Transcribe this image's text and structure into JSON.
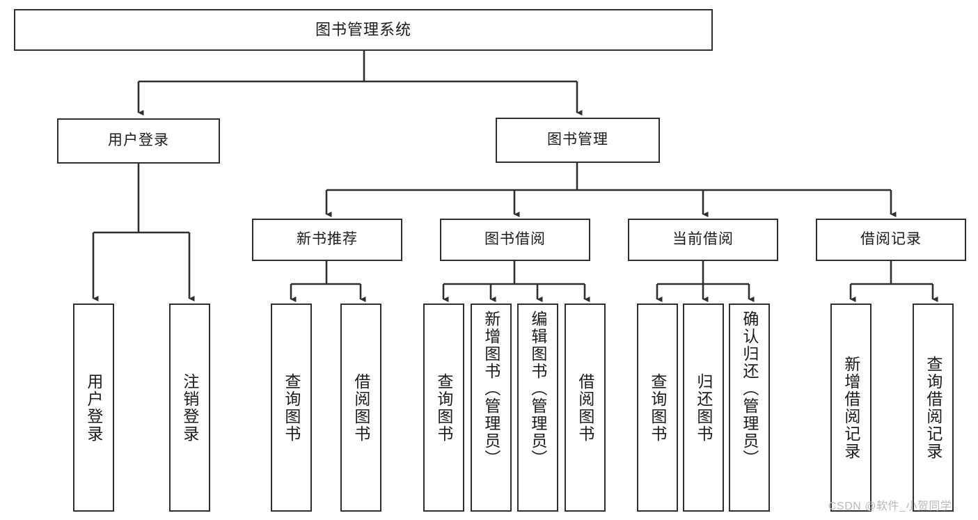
{
  "diagram": {
    "title": "图书管理系统",
    "watermark": "CSDN @软件_小贺同学",
    "line_color": "#2f2f2f",
    "box_fill": "#ffffff",
    "text_color": "#1b1b1b",
    "watermark_color": "#b9b9b9"
  },
  "root": {
    "label": "图书管理系统"
  },
  "level2": [
    {
      "label": "用户登录"
    },
    {
      "label": "图书管理"
    }
  ],
  "level3": [
    {
      "label": "新书推荐"
    },
    {
      "label": "图书借阅"
    },
    {
      "label": "当前借阅"
    },
    {
      "label": "借阅记录"
    }
  ],
  "leaves": {
    "user_login": [
      {
        "label": "用户登录"
      },
      {
        "label": "注销登录"
      }
    ],
    "new_book_recommend": [
      {
        "label": "查询图书"
      },
      {
        "label": "借阅图书"
      }
    ],
    "book_borrow": [
      {
        "label": "查询图书"
      },
      {
        "label": "新增图书（管理员）"
      },
      {
        "label": "编辑图书（管理员）"
      },
      {
        "label": "借阅图书"
      }
    ],
    "current_borrow": [
      {
        "label": "查询图书"
      },
      {
        "label": "归还图书"
      },
      {
        "label": "确认归还（管理员）"
      }
    ],
    "borrow_record": [
      {
        "label": "新增借阅记录"
      },
      {
        "label": "查询借阅记录"
      }
    ]
  }
}
